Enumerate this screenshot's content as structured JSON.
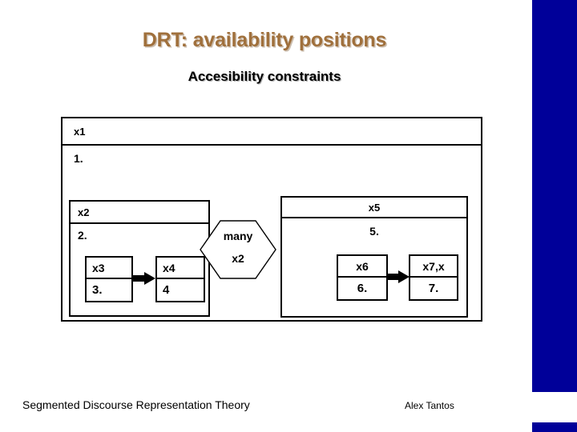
{
  "slide": {
    "title": "DRT: availability positions",
    "subtitle": "Accesibility constraints",
    "title_color": "#A0703C",
    "subtitle_color": "#000000",
    "accent_bar_color": "#000099",
    "background_color": "#FFFFFF"
  },
  "diagram": {
    "type": "drs-box-diagram",
    "outer": {
      "referents": "x1",
      "condition": "1."
    },
    "left_box": {
      "referents": "x2",
      "condition": "2.",
      "cells": [
        {
          "referent": "x3",
          "condition": "3."
        },
        {
          "referent": "x4",
          "condition": "4"
        }
      ],
      "arrow": "right-arrow"
    },
    "relation": {
      "shape": "hexagon",
      "label_top": "many",
      "label_bottom": "x2"
    },
    "right_box": {
      "referents": "x5",
      "condition": "5.",
      "cells": [
        {
          "referent": "x6",
          "condition": "6."
        },
        {
          "referent": "x7,x",
          "condition": "7."
        }
      ],
      "arrow": "right-arrow"
    }
  },
  "footer": {
    "left": "Segmented Discourse Representation Theory",
    "right": "Alex Tantos"
  }
}
